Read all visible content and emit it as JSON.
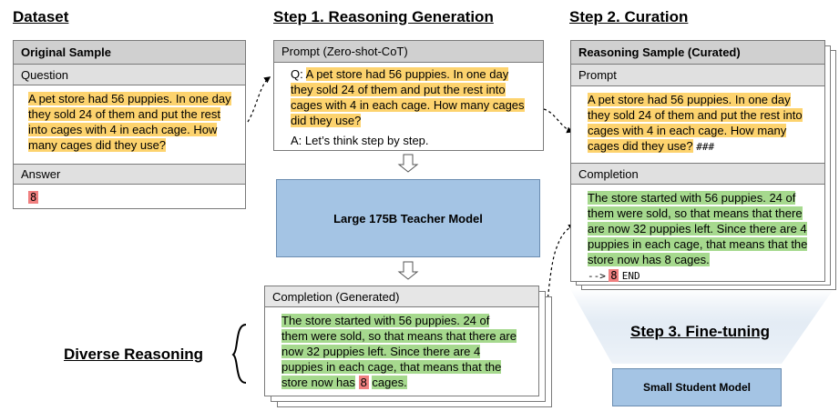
{
  "headings": {
    "dataset": "Dataset",
    "step1": "Step 1. Reasoning Generation",
    "step2": "Step 2. Curation",
    "step3": "Step 3. Fine-tuning",
    "diverse": "Diverse Reasoning"
  },
  "dataset": {
    "title": "Original Sample",
    "question_label": "Question",
    "question": "A pet store had 56 puppies. In one day they sold 24 of them and put the rest into cages with 4 in each cage. How many cages did they use?",
    "answer_label": "Answer",
    "answer": "8"
  },
  "prompt": {
    "title": "Prompt (Zero-shot-CoT)",
    "q_prefix": "Q: ",
    "question": "A pet store had 56 puppies. In one day they sold 24 of them and put the rest into cages with 4 in each cage. How many cages did they use?",
    "a_line": "A: Let’s think step by step."
  },
  "teacher": {
    "label": "Large 175B Teacher Model"
  },
  "generated": {
    "title": "Completion (Generated)",
    "text_before": "The store started with 56 puppies. 24 of them were sold, so that means that there are now 32 puppies left.  Since there are 4 puppies in each cage, that means that the store now has",
    "answer": "8",
    "text_after": "cages."
  },
  "curated": {
    "title": "Reasoning Sample (Curated)",
    "prompt_label": "Prompt",
    "question": "A pet store had 56 puppies. In one day they sold 24 of them and put the rest into cages with 4 in each cage. How many cages did they use?",
    "prompt_suffix": "###",
    "completion_label": "Completion",
    "completion_text": "The store started with 56 puppies. 24 of them were sold, so that means that there are now 32 puppies left.  Since there are 4 puppies in each cage, that means that the store now has 8 cages.",
    "arrow_token": "-->",
    "answer": "8",
    "end_token": "END"
  },
  "student": {
    "label": "Small Student Model"
  },
  "colors": {
    "question_highlight": "#fdd36e",
    "reasoning_highlight": "#a6d98e",
    "answer_highlight": "#f08080",
    "model_fill": "#a4c4e4",
    "header_fill": "#d0d0d0"
  }
}
